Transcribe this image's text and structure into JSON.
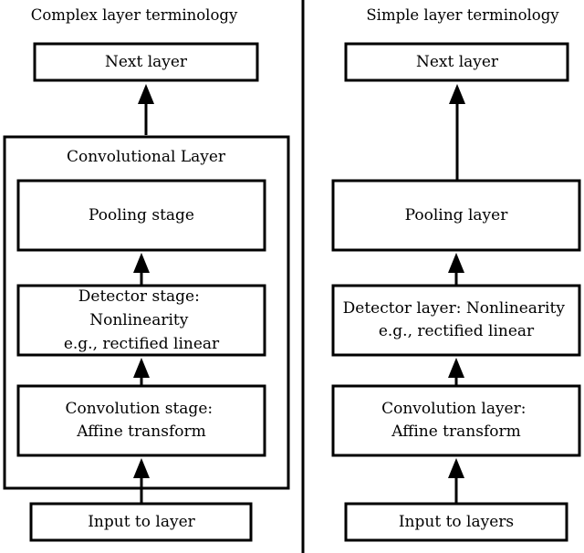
{
  "left": {
    "heading": "Complex layer terminology",
    "next_layer": "Next layer",
    "group_title": "Convolutional Layer",
    "pooling": "Pooling stage",
    "detector": [
      "Detector stage:",
      "Nonlinearity",
      "e.g., rectified linear"
    ],
    "convolution": [
      "Convolution stage:",
      "Affine transform"
    ],
    "input": "Input to layer"
  },
  "right": {
    "heading": "Simple layer terminology",
    "next_layer": "Next layer",
    "pooling": "Pooling layer",
    "detector": [
      "Detector layer: Nonlinearity",
      "e.g., rectified linear"
    ],
    "convolution": [
      "Convolution layer:",
      "Affine transform"
    ],
    "input": "Input to layers"
  }
}
